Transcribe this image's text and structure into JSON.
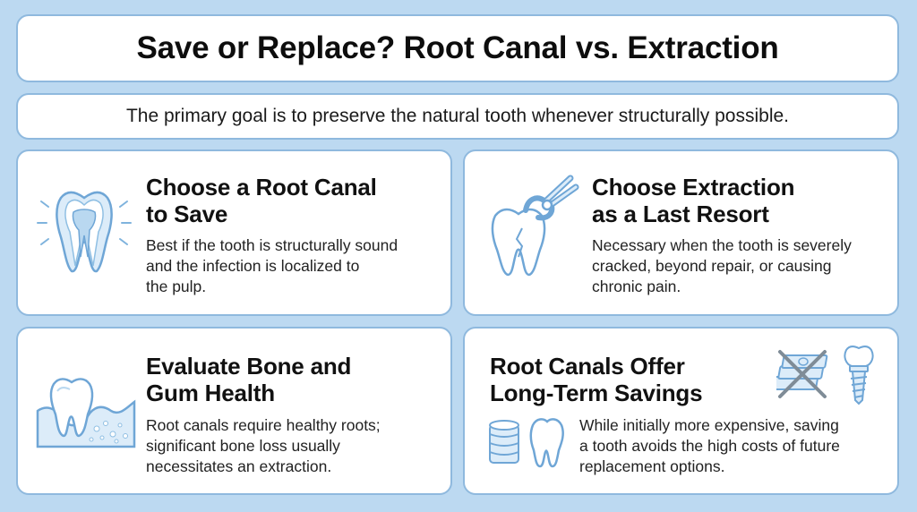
{
  "header": {
    "title": "Save or Replace? Root Canal vs. Extraction",
    "subtitle": "The primary goal is to preserve the natural tooth whenever structurally possible."
  },
  "cards": [
    {
      "heading": "Choose a Root Canal\nto Save",
      "body": "Best if the tooth is structurally sound\nand the infection is localized to\nthe pulp.",
      "icon": "tooth-cross-section-icon"
    },
    {
      "heading": "Choose Extraction\nas a Last Resort",
      "body": "Necessary when the tooth is severely\ncracked, beyond repair, or causing\nchronic pain.",
      "icon": "tooth-extraction-forceps-icon"
    },
    {
      "heading": "Evaluate Bone and\nGum Health",
      "body": "Root canals require healthy roots;\nsignificant bone loss usually\nnecessitates an extraction.",
      "icon": "tooth-in-gum-bone-icon"
    },
    {
      "heading": "Root Canals Offer\nLong-Term Savings",
      "body": "While initially more expensive, saving\na tooth avoids the high costs of future\nreplacement options.",
      "icons": [
        "coin-stack-icon",
        "tooth-icon",
        "crossed-out-money-icon",
        "dental-implant-icon"
      ]
    }
  ],
  "colors": {
    "background": "#bcd9f1",
    "border": "#8fb9de",
    "icon_stroke": "#6fa6d6",
    "icon_fill": "#dcecf9"
  }
}
